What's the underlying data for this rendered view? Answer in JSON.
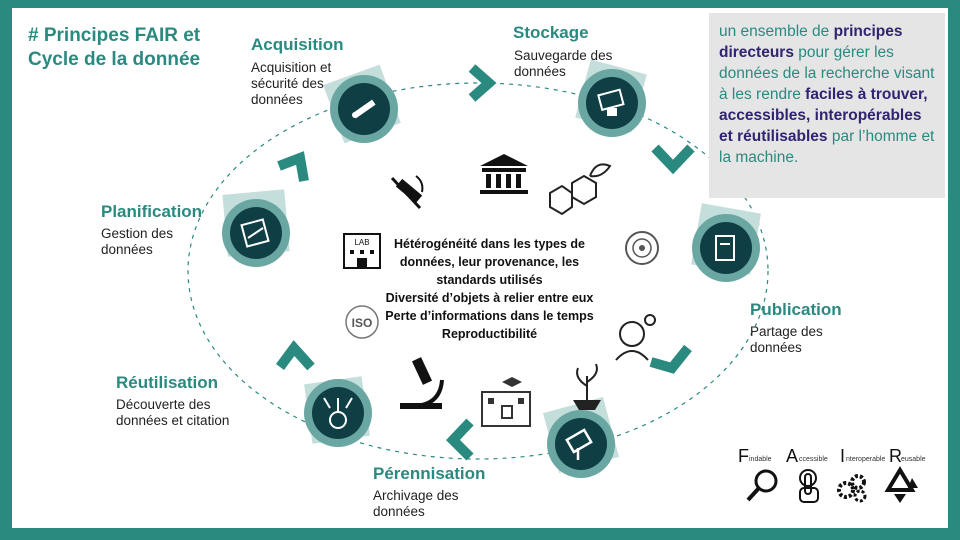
{
  "title": {
    "line1": "# Principes FAIR et",
    "line2": "Cycle de la donnée"
  },
  "steps": {
    "acquisition": {
      "name": "Acquisition",
      "desc1": "Acquisition et",
      "desc2": "sécurité des",
      "desc3": "données"
    },
    "stockage": {
      "name": "Stockage",
      "desc1": "Sauvegarde des",
      "desc2": "données"
    },
    "publication": {
      "name": "Publication",
      "desc1": "Partage des",
      "desc2": "données"
    },
    "perennisation": {
      "name": "Pérennisation",
      "desc1": "Archivage des",
      "desc2": "données"
    },
    "reutilisation": {
      "name": "Réutilisation",
      "desc1": "Découverte des",
      "desc2": "données et citation"
    },
    "planification": {
      "name": "Planification",
      "desc1": "Gestion des",
      "desc2": "données"
    }
  },
  "callout": {
    "t1": "un ensemble de ",
    "b1": "principes directeurs",
    "t2": " pour gérer les données de la recherche visant à les rendre ",
    "b2": "faciles à trouver, accessibles, interopérables et réutilisables",
    "t3": " par l’homme et la machine."
  },
  "center": {
    "line1": "Hétérogénéité dans les types de",
    "line2": "données, leur provenance, les",
    "line3": "standards utilisés",
    "line4": "Diversité d’objets à relier entre eux",
    "line5": "Perte d’informations dans le temps",
    "line6": "Reproductibilité"
  },
  "fair": {
    "F": "F",
    "F_rest": "indable",
    "A": "A",
    "A_rest": "ccessible",
    "I": "I",
    "I_rest": "nteroperable",
    "R": "R",
    "R_rest": "eusable"
  },
  "icon_labels": {
    "lab": "LAB",
    "iso": "ISO"
  },
  "colors": {
    "teal": "#2a8a80",
    "dark_circle": "#0f3f45",
    "navy": "#2f2470",
    "callout_bg": "#e5e5e5"
  }
}
